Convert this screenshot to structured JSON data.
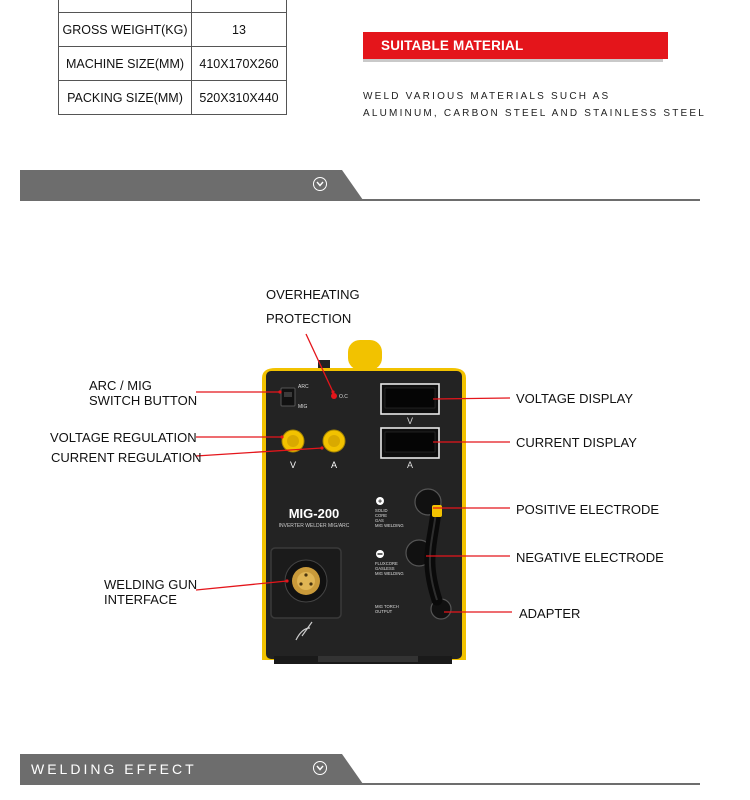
{
  "spec_table": {
    "rows": [
      {
        "key": "GROSS WEIGHT(KG)",
        "value": "13"
      },
      {
        "key": "MACHINE SIZE(MM)",
        "value": "410X170X260"
      },
      {
        "key": "PACKING SIZE(MM)",
        "value": "520X310X440"
      }
    ]
  },
  "suitable_material": {
    "title": "SUITABLE MATERIAL",
    "line1": "WELD VARIOUS MATERIALS SUCH AS",
    "line2": "ALUMINUM, CARBON STEEL AND STAINLESS STEEL",
    "accent_color": "#e4151b"
  },
  "section_bar_1": {
    "title": "",
    "icon": "chevron-down-circle-icon"
  },
  "section_bar_2": {
    "title": "WELDING EFFECT",
    "icon": "chevron-down-circle-icon"
  },
  "machine": {
    "model": "MIG-200",
    "subtitle": "INVERTER WELDER MIG/ARC",
    "switch_top": "ARC",
    "switch_bottom": "MIG",
    "oc_label": "O.C",
    "display_v": "V",
    "display_a": "A",
    "knob_v": "V",
    "knob_a": "A",
    "pos_text": [
      "SOLID",
      "CORE",
      "GAS",
      "MIG WELDING"
    ],
    "neg_text": [
      "FLUXCORE",
      "GASLESS",
      "MIG WELDING"
    ],
    "torch_text": [
      "MIG TORCH",
      "OUTPUT"
    ],
    "body_color": "#232323",
    "frame_color": "#f2c200"
  },
  "callouts": {
    "overheating_1": "OVERHEATING",
    "overheating_2": "PROTECTION",
    "arc_mig_1": "ARC / MIG",
    "arc_mig_2": "SWITCH BUTTON",
    "voltage_regulation": "VOLTAGE REGULATION",
    "current_regulation": "CURRENT REGULATION",
    "welding_gun_1": "WELDING GUN",
    "welding_gun_2": "INTERFACE",
    "voltage_display": "VOLTAGE DISPLAY",
    "current_display": "CURRENT DISPLAY",
    "positive_electrode": "POSITIVE ELECTRODE",
    "negative_electrode": "NEGATIVE ELECTRODE",
    "adapter": "ADAPTER",
    "line_color": "#e4151b"
  }
}
